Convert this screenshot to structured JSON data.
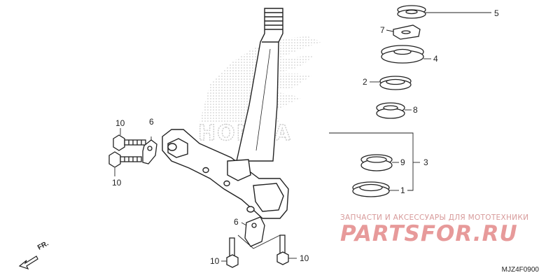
{
  "diagram": {
    "callouts": {
      "c1": "1",
      "c2": "2",
      "c3": "3",
      "c4": "4",
      "c5": "5",
      "c6a": "6",
      "c6b": "6",
      "c7": "7",
      "c8": "8",
      "c9": "9",
      "c10a": "10",
      "c10b": "10",
      "c10c": "10",
      "c10d": "10"
    },
    "front_label": "FR.",
    "drawing_code": "MJZ4F0900",
    "watermark_logo": "HONDA",
    "watermark_banner": "ЗАПЧАСТИ И АКСЕССУАРЫ ДЛЯ МОТОТЕХНИКИ",
    "watermark_site": "PARTSFOR.RU"
  },
  "colors": {
    "line": "#222222",
    "watermark_gray": "#c9c9c9",
    "watermark_red": "#e79a9a"
  }
}
